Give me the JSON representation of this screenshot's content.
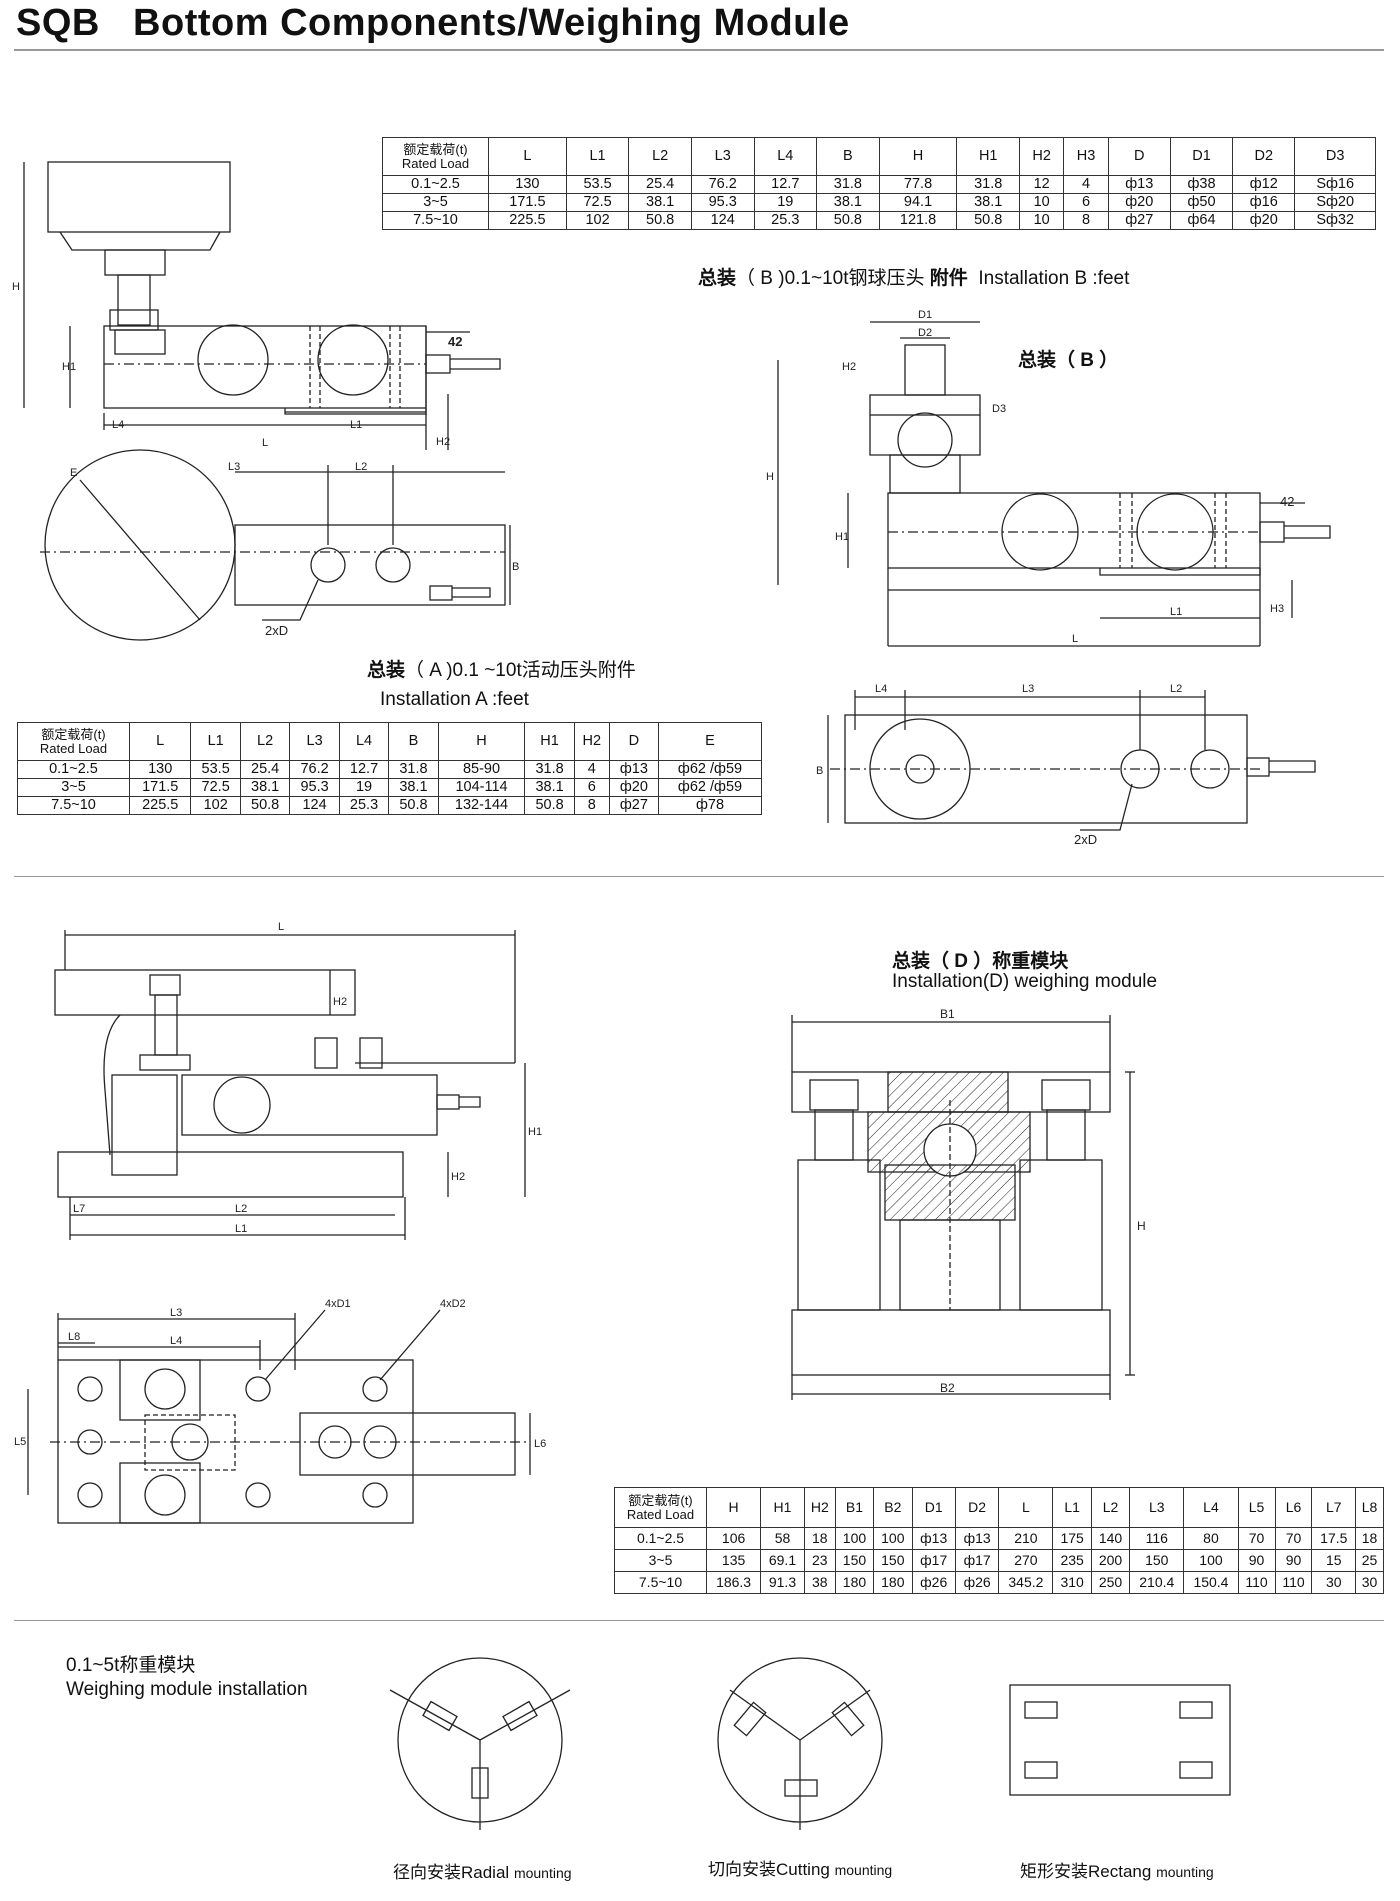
{
  "header": {
    "model": "SQB",
    "title": "Bottom Components/Weighing Module"
  },
  "captions": {
    "inst_a_cn_bold": "总装",
    "inst_a_cn_rest": "（ A )0.1 ~10t活动压头附件",
    "inst_a_en": "Installation A :feet",
    "inst_b_cn_bold": "总装",
    "inst_b_cn_mid": "（ B )0.1~10t钢球压头",
    "inst_b_cn_bold2": "附件",
    "inst_b_en": "Installation B :feet",
    "inst_b_label": "总装（ B ）",
    "inst_d_cn": "总装（ D ）称重模块",
    "inst_d_en": "Installation(D) weighing module",
    "module_cn": "0.1~5t称重模块",
    "module_en": "Weighing module installation"
  },
  "mounting": {
    "radial_cn": "径向安装",
    "radial_en": "Radial",
    "cutting_cn": "切向安装",
    "cutting_en": "Cutting",
    "rect_cn": "矩形安装",
    "rect_en": "Rectang",
    "suffix": "mounting"
  },
  "table_b": {
    "header_cn": "额定载荷(t)",
    "header_en": "Rated Load",
    "columns": [
      "L",
      "L1",
      "L2",
      "L3",
      "L4",
      "B",
      "H",
      "H1",
      "H2",
      "H3",
      "D",
      "D1",
      "D2",
      "D3"
    ],
    "rows": [
      [
        "0.1~2.5",
        "130",
        "53.5",
        "25.4",
        "76.2",
        "12.7",
        "31.8",
        "77.8",
        "31.8",
        "12",
        "4",
        "ф13",
        "ф38",
        "ф12",
        "Sф16"
      ],
      [
        "3~5",
        "171.5",
        "72.5",
        "38.1",
        "95.3",
        "19",
        "38.1",
        "94.1",
        "38.1",
        "10",
        "6",
        "ф20",
        "ф50",
        "ф16",
        "Sф20"
      ],
      [
        "7.5~10",
        "225.5",
        "102",
        "50.8",
        "124",
        "25.3",
        "50.8",
        "121.8",
        "50.8",
        "10",
        "8",
        "ф27",
        "ф64",
        "ф20",
        "Sф32"
      ]
    ]
  },
  "table_a": {
    "header_cn": "额定载荷(t)",
    "header_en": "Rated Load",
    "columns": [
      "L",
      "L1",
      "L2",
      "L3",
      "L4",
      "B",
      "H",
      "H1",
      "H2",
      "D",
      "E"
    ],
    "rows": [
      [
        "0.1~2.5",
        "130",
        "53.5",
        "25.4",
        "76.2",
        "12.7",
        "31.8",
        "85-90",
        "31.8",
        "4",
        "ф13",
        "ф62 /ф59"
      ],
      [
        "3~5",
        "171.5",
        "72.5",
        "38.1",
        "95.3",
        "19",
        "38.1",
        "104-114",
        "38.1",
        "6",
        "ф20",
        "ф62 /ф59"
      ],
      [
        "7.5~10",
        "225.5",
        "102",
        "50.8",
        "124",
        "25.3",
        "50.8",
        "132-144",
        "50.8",
        "8",
        "ф27",
        "ф78"
      ]
    ]
  },
  "table_d": {
    "header_cn": "额定载荷(t)",
    "header_en": "Rated Load",
    "columns": [
      "H",
      "H1",
      "H2",
      "B1",
      "B2",
      "D1",
      "D2",
      "L",
      "L1",
      "L2",
      "L3",
      "L4",
      "L5",
      "L6",
      "L7",
      "L8"
    ],
    "rows": [
      [
        "0.1~2.5",
        "106",
        "58",
        "18",
        "100",
        "100",
        "ф13",
        "ф13",
        "210",
        "175",
        "140",
        "116",
        "80",
        "70",
        "70",
        "17.5",
        "18"
      ],
      [
        "3~5",
        "135",
        "69.1",
        "23",
        "150",
        "150",
        "ф17",
        "ф17",
        "270",
        "235",
        "200",
        "150",
        "100",
        "90",
        "90",
        "15",
        "25"
      ],
      [
        "7.5~10",
        "186.3",
        "91.3",
        "38",
        "180",
        "180",
        "ф26",
        "ф26",
        "345.2",
        "310",
        "250",
        "210.4",
        "150.4",
        "110",
        "110",
        "30",
        "30"
      ]
    ]
  },
  "dims_a": {
    "h": "H",
    "h1": "H1",
    "l4": "L4",
    "l": "L",
    "l1": "L1",
    "h2": "H2",
    "len42": "42",
    "l3": "L3",
    "l2": "L2",
    "e": "E",
    "b": "B",
    "twoxd": "2xD"
  },
  "dims_b": {
    "d1": "D1",
    "d2": "D2",
    "d3": "D3",
    "h2": "H2",
    "h": "H",
    "h1": "H1",
    "len42": "42",
    "h3": "H3",
    "l1": "L1",
    "l": "L",
    "l4": "L4",
    "l3": "L3",
    "l2": "L2",
    "b": "B",
    "twoxd": "2xD"
  },
  "dims_c": {
    "l": "L",
    "h2a": "H2",
    "h1": "H1",
    "h2b": "H2",
    "l7": "L7",
    "l2": "L2",
    "l1": "L1",
    "l3": "L3",
    "l8": "L8",
    "l4": "L4",
    "fourxd1": "4xD1",
    "fourxd2": "4xD2",
    "l5": "L5",
    "l6": "L6"
  },
  "dims_d": {
    "b1": "B1",
    "b2": "B2",
    "h": "H"
  }
}
